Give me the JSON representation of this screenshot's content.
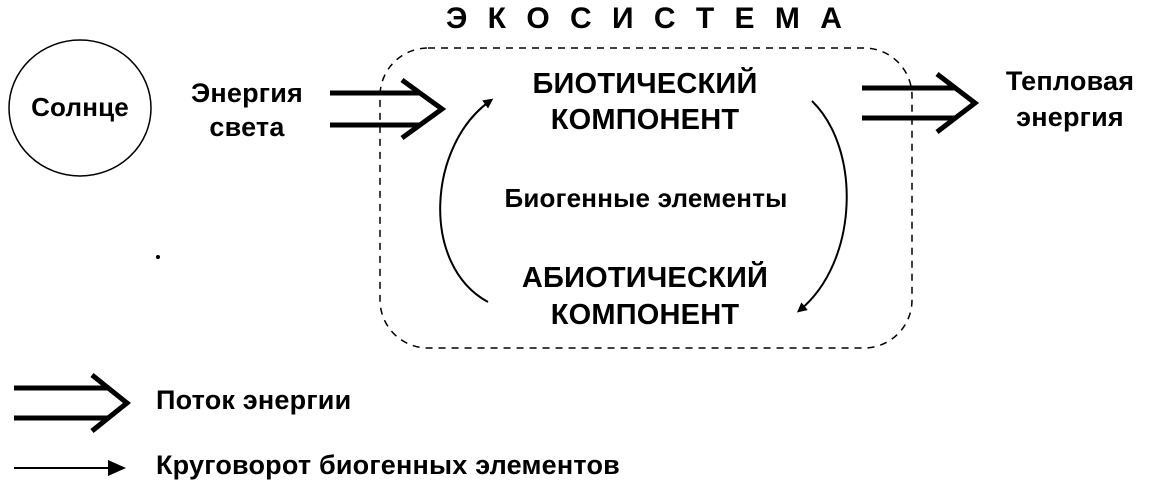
{
  "ecosystem": {
    "title": "Э К О С И С Т Е М А",
    "biotic": [
      "БИОТИЧЕСКИЙ",
      "КОМПОНЕНТ"
    ],
    "abiotic": [
      "АБИОТИЧЕСКИЙ",
      "КОМПОНЕНТ"
    ],
    "cycle_label": "Биогенные  элементы"
  },
  "sun": {
    "label": "Солнце"
  },
  "input": {
    "label_line1": "Энергия",
    "label_line2": "света"
  },
  "output": {
    "label_line1": "Тепловая",
    "label_line2": "энергия"
  },
  "legend": {
    "energy_flow": "Поток  энергии",
    "nutrient_cycle": "Круговорот  биогенных  элементов"
  }
}
